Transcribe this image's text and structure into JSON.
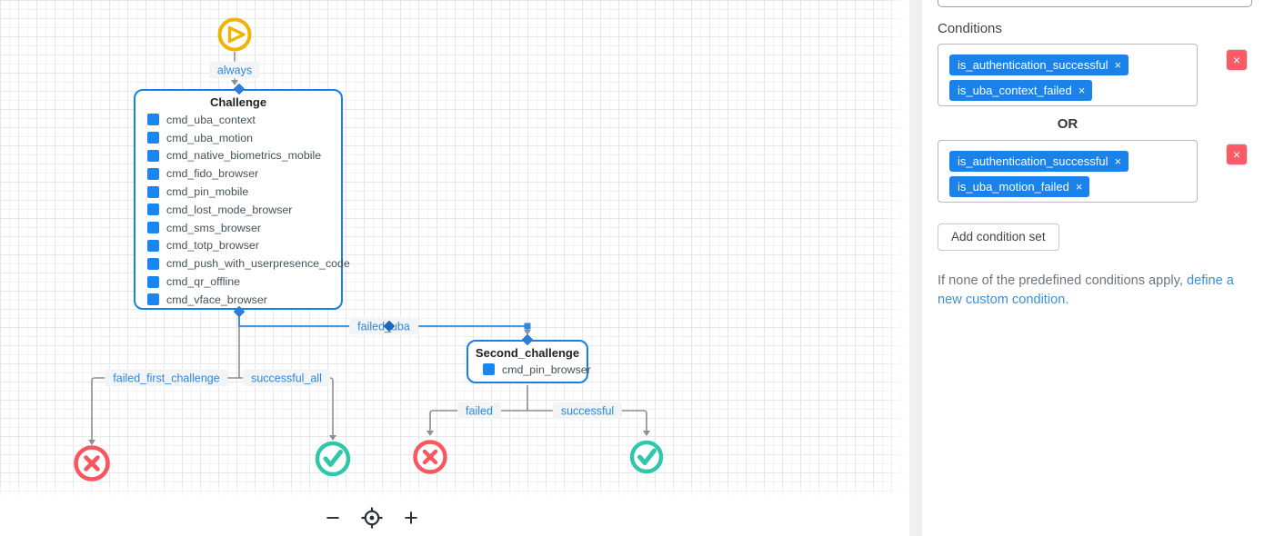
{
  "canvas": {
    "start": {
      "edge_label": "always"
    },
    "challenge": {
      "title": "Challenge",
      "items": [
        "cmd_uba_context",
        "cmd_uba_motion",
        "cmd_native_biometrics_mobile",
        "cmd_fido_browser",
        "cmd_pin_mobile",
        "cmd_lost_mode_browser",
        "cmd_sms_browser",
        "cmd_totp_browser",
        "cmd_push_with_userpresence_code",
        "cmd_qr_offline",
        "cmd_vface_browser"
      ]
    },
    "second_challenge": {
      "title": "Second_challenge",
      "items": [
        "cmd_pin_browser"
      ]
    },
    "edge_labels": {
      "failed_uba": "failed_uba",
      "failed_first_challenge": "failed_first_challenge",
      "successful_all": "successful_all",
      "failed": "failed",
      "successful": "successful"
    }
  },
  "toolbar": {
    "zoom_out": "−",
    "zoom_in": "+"
  },
  "panel": {
    "conditions_label": "Conditions",
    "or_label": "OR",
    "condition_sets": [
      {
        "tags": [
          "is_authentication_successful",
          "is_uba_context_failed"
        ]
      },
      {
        "tags": [
          "is_authentication_successful",
          "is_uba_motion_failed"
        ]
      }
    ],
    "add_button_label": "Add condition set",
    "hint_text": "If none of the predefined conditions apply, ",
    "hint_link": "define a new custom condition."
  },
  "icons": {
    "close": "×"
  },
  "colors": {
    "node_blue": "#1780e8",
    "tag_blue": "#1a82e8",
    "delete_red": "#fc5a64",
    "outcome_red": "#f8575f",
    "outcome_green": "#2fc7a7",
    "start_gold": "#f2b200",
    "edge_gray": "#8b9096",
    "label_blue": "#2b87e0"
  }
}
